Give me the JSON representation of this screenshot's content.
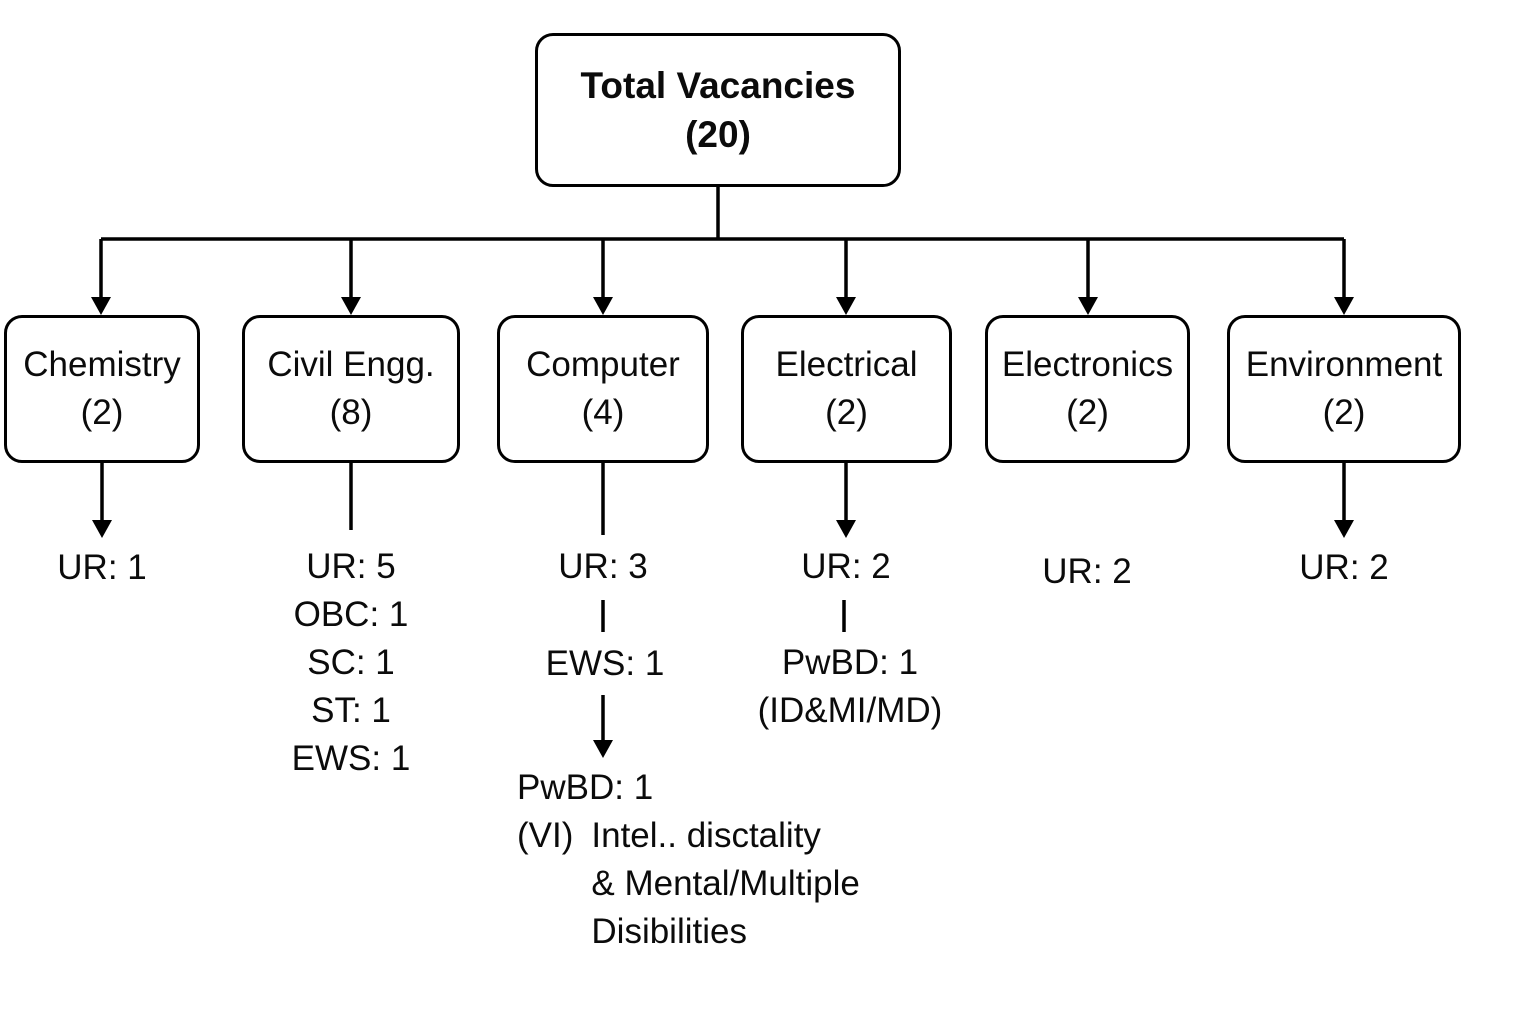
{
  "root_node": {
    "title": "Total Vacancies",
    "count": "(20)"
  },
  "branches": [
    {
      "name": "Chemistry",
      "count": "(2)"
    },
    {
      "name": "Civil Engg.",
      "count": "(8)"
    },
    {
      "name": "Computer",
      "count": "(4)"
    },
    {
      "name": "Electrical",
      "count": "(2)"
    },
    {
      "name": "Electronics",
      "count": "(2)"
    },
    {
      "name": "Environment",
      "count": "(2)"
    }
  ],
  "details": {
    "chemistry": {
      "ur": "UR: 1"
    },
    "civil": {
      "lines": [
        "UR: 5",
        "OBC: 1",
        "SC: 1",
        "ST: 1",
        "EWS: 1"
      ]
    },
    "computer": {
      "ur": "UR: 3",
      "ews": "EWS: 1",
      "pwbd": "PwBD: 1",
      "vi_label": "(VI)",
      "vi_lines": [
        "Intel.. disctality",
        "& Mental/Multiple",
        "Disibilities"
      ]
    },
    "electrical": {
      "ur": "UR: 2",
      "pwbd": "PwBD: 1",
      "pwbd_note": "(ID&MI/MD)"
    },
    "electronics": {
      "ur": "UR: 2"
    },
    "environment": {
      "ur": "UR: 2"
    }
  },
  "colors": {
    "background": "#ffffff",
    "line": "#000000",
    "text": "#0b0b0b"
  }
}
